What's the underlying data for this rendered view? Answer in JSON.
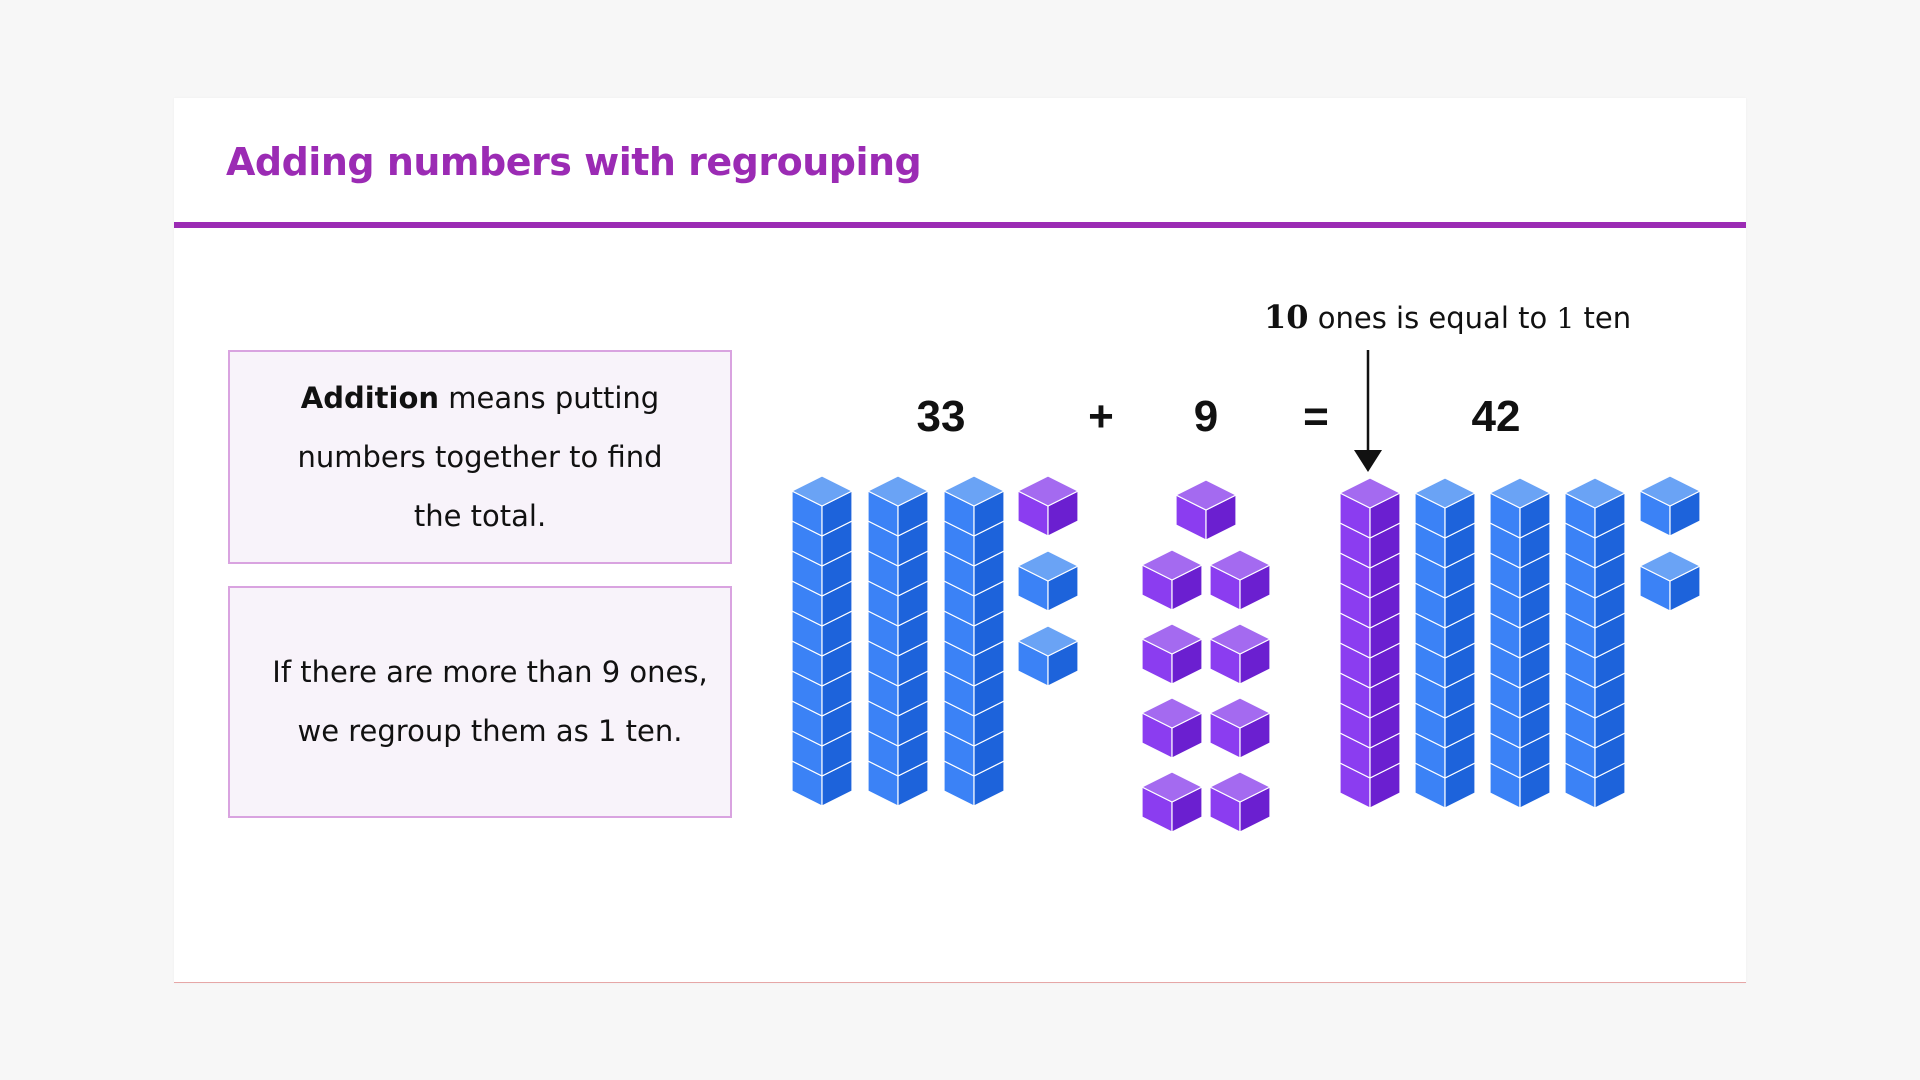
{
  "slide": {
    "title": "Adding numbers with regrouping",
    "accent_color": "#9b2bb4"
  },
  "definition_box": {
    "term": "Addition",
    "line1_rest": " means putting",
    "line2": "numbers together to find",
    "line3": "the total."
  },
  "regroup_box": {
    "line1": "If there are more than 9 ones,",
    "line2": "we regroup them as 1 ten."
  },
  "equation": {
    "addend1": "33",
    "plus": "+",
    "addend2": "9",
    "equals": "=",
    "sum": "42"
  },
  "annotation": {
    "ones_count": "10",
    "middle_text": " ones is equal to ",
    "tens_count": "1",
    "end_text": " ten"
  },
  "blocks": {
    "colors": {
      "blue": "#2e78f0",
      "purple": "#8a2be2"
    },
    "addend1": {
      "tens": 3,
      "ones": 3,
      "ones_color": [
        "purple",
        "blue",
        "blue"
      ]
    },
    "addend2": {
      "ones": 9,
      "ones_color": "purple"
    },
    "sum": {
      "tens": 4,
      "tens_colors": [
        "purple",
        "blue",
        "blue",
        "blue"
      ],
      "ones": 2,
      "ones_color": "blue"
    }
  }
}
